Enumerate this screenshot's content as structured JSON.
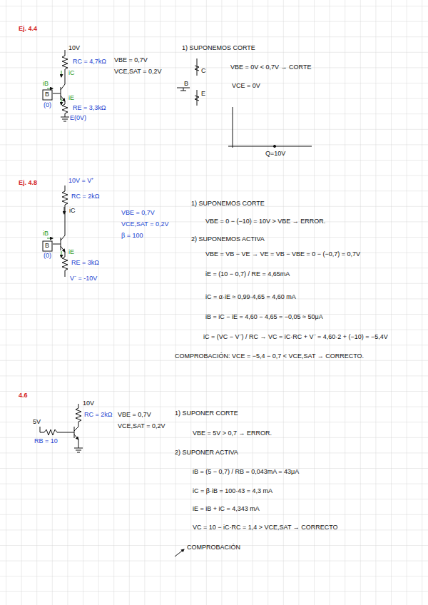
{
  "diagram": {
    "labels": [
      "Ej. 4.4",
      "10V",
      "RC = 4,7kΩ",
      "iC",
      "iB",
      "B",
      "(0)",
      "iE",
      "RE = 3,3kΩ",
      "E(0V)",
      "VBE = 0,7V",
      "VCE,SAT = 0,2V",
      "1) SUPONEMOS CORTE",
      "C",
      "B",
      "E",
      "VBE = 0V < 0,7V → CORTE",
      "VCE = 0V",
      "Q=10V",
      "Ej. 4.8",
      "10V = V⁺",
      "RC = 2kΩ",
      "iC",
      "iB",
      "B",
      "(0)",
      "iE",
      "RE = 3kΩ",
      "V⁻ = -10V",
      "VBE = 0,7V",
      "VCE,SAT = 0,2V",
      "β = 100",
      "1) SUPONEMOS CORTE",
      "VBE = 0 − (−10) = 10V > VBE → ERROR.",
      "2) SUPONEMOS ACTIVA",
      "VBE = VB − VE → VE = VB − VBE = 0 − (−0,7) = 0,7V",
      "iE = (10 − 0,7) / RE = 4,65mA",
      "iC = α·iE ≈ 0,99·4,65 = 4,60 mA",
      "iB = iC − iE = 4,60 − 4,65 = −0,05 ≈ 50μA",
      "iC = (VC − V⁻) / RC → VC = iC·RC + V⁻ = 4,60·2 + (−10) = −5,4V",
      "COMPROBACIÓN: VCE = −5,4 − 0,7 < VCE,SAT → CORRECTO.",
      "4.6",
      "10V",
      "RC = 2kΩ",
      "5V",
      "RB = 10",
      "VBE = 0,7V",
      "VCE,SAT = 0,2V",
      "1) SUPONER CORTE",
      "VBE = 5V > 0,7 → ERROR.",
      "2) SUPONER ACTIVA",
      "iB = (5 − 0,7) / RB = 0,043mA = 43μA",
      "iC = β·iB = 100·43 = 4,3 mA",
      "iE = iB + iC = 4,343 mA",
      "VC = 10 − iC·RC = 1,4 > VCE,SAT → CORRECTO",
      "COMPROBACIÓN"
    ]
  }
}
